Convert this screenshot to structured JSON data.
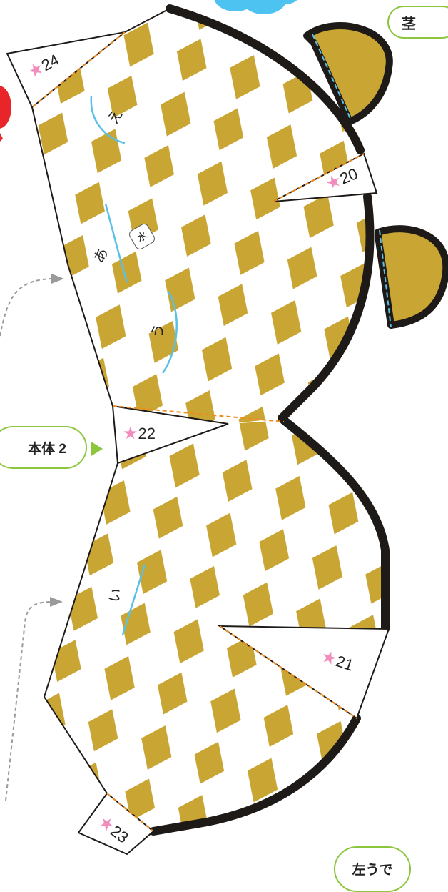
{
  "labels": {
    "stem": "茎",
    "body2": "本体 2",
    "left_arm": "左うで"
  },
  "tabs": {
    "t20": "20",
    "t21": "21",
    "t22": "22",
    "t23": "23",
    "t24": "24"
  },
  "star_glyph": "★",
  "fold_marks": {
    "e": "え",
    "a": "あ",
    "u": "う",
    "i": "い"
  },
  "glue_badge": "水",
  "colors": {
    "pattern_gold": "#c9a534",
    "outline_black": "#1e1a18",
    "tab_dash_orange": "#f08c1e",
    "fold_blue": "#5bc0e6",
    "star_pink": "#f28cbd",
    "pill_green": "#8cc63f",
    "arrow_green": "#8cc63f",
    "cloud_blue": "#4cc3f0",
    "balloon_red": "#e8262a",
    "guide_grey": "#9a9a9a"
  }
}
